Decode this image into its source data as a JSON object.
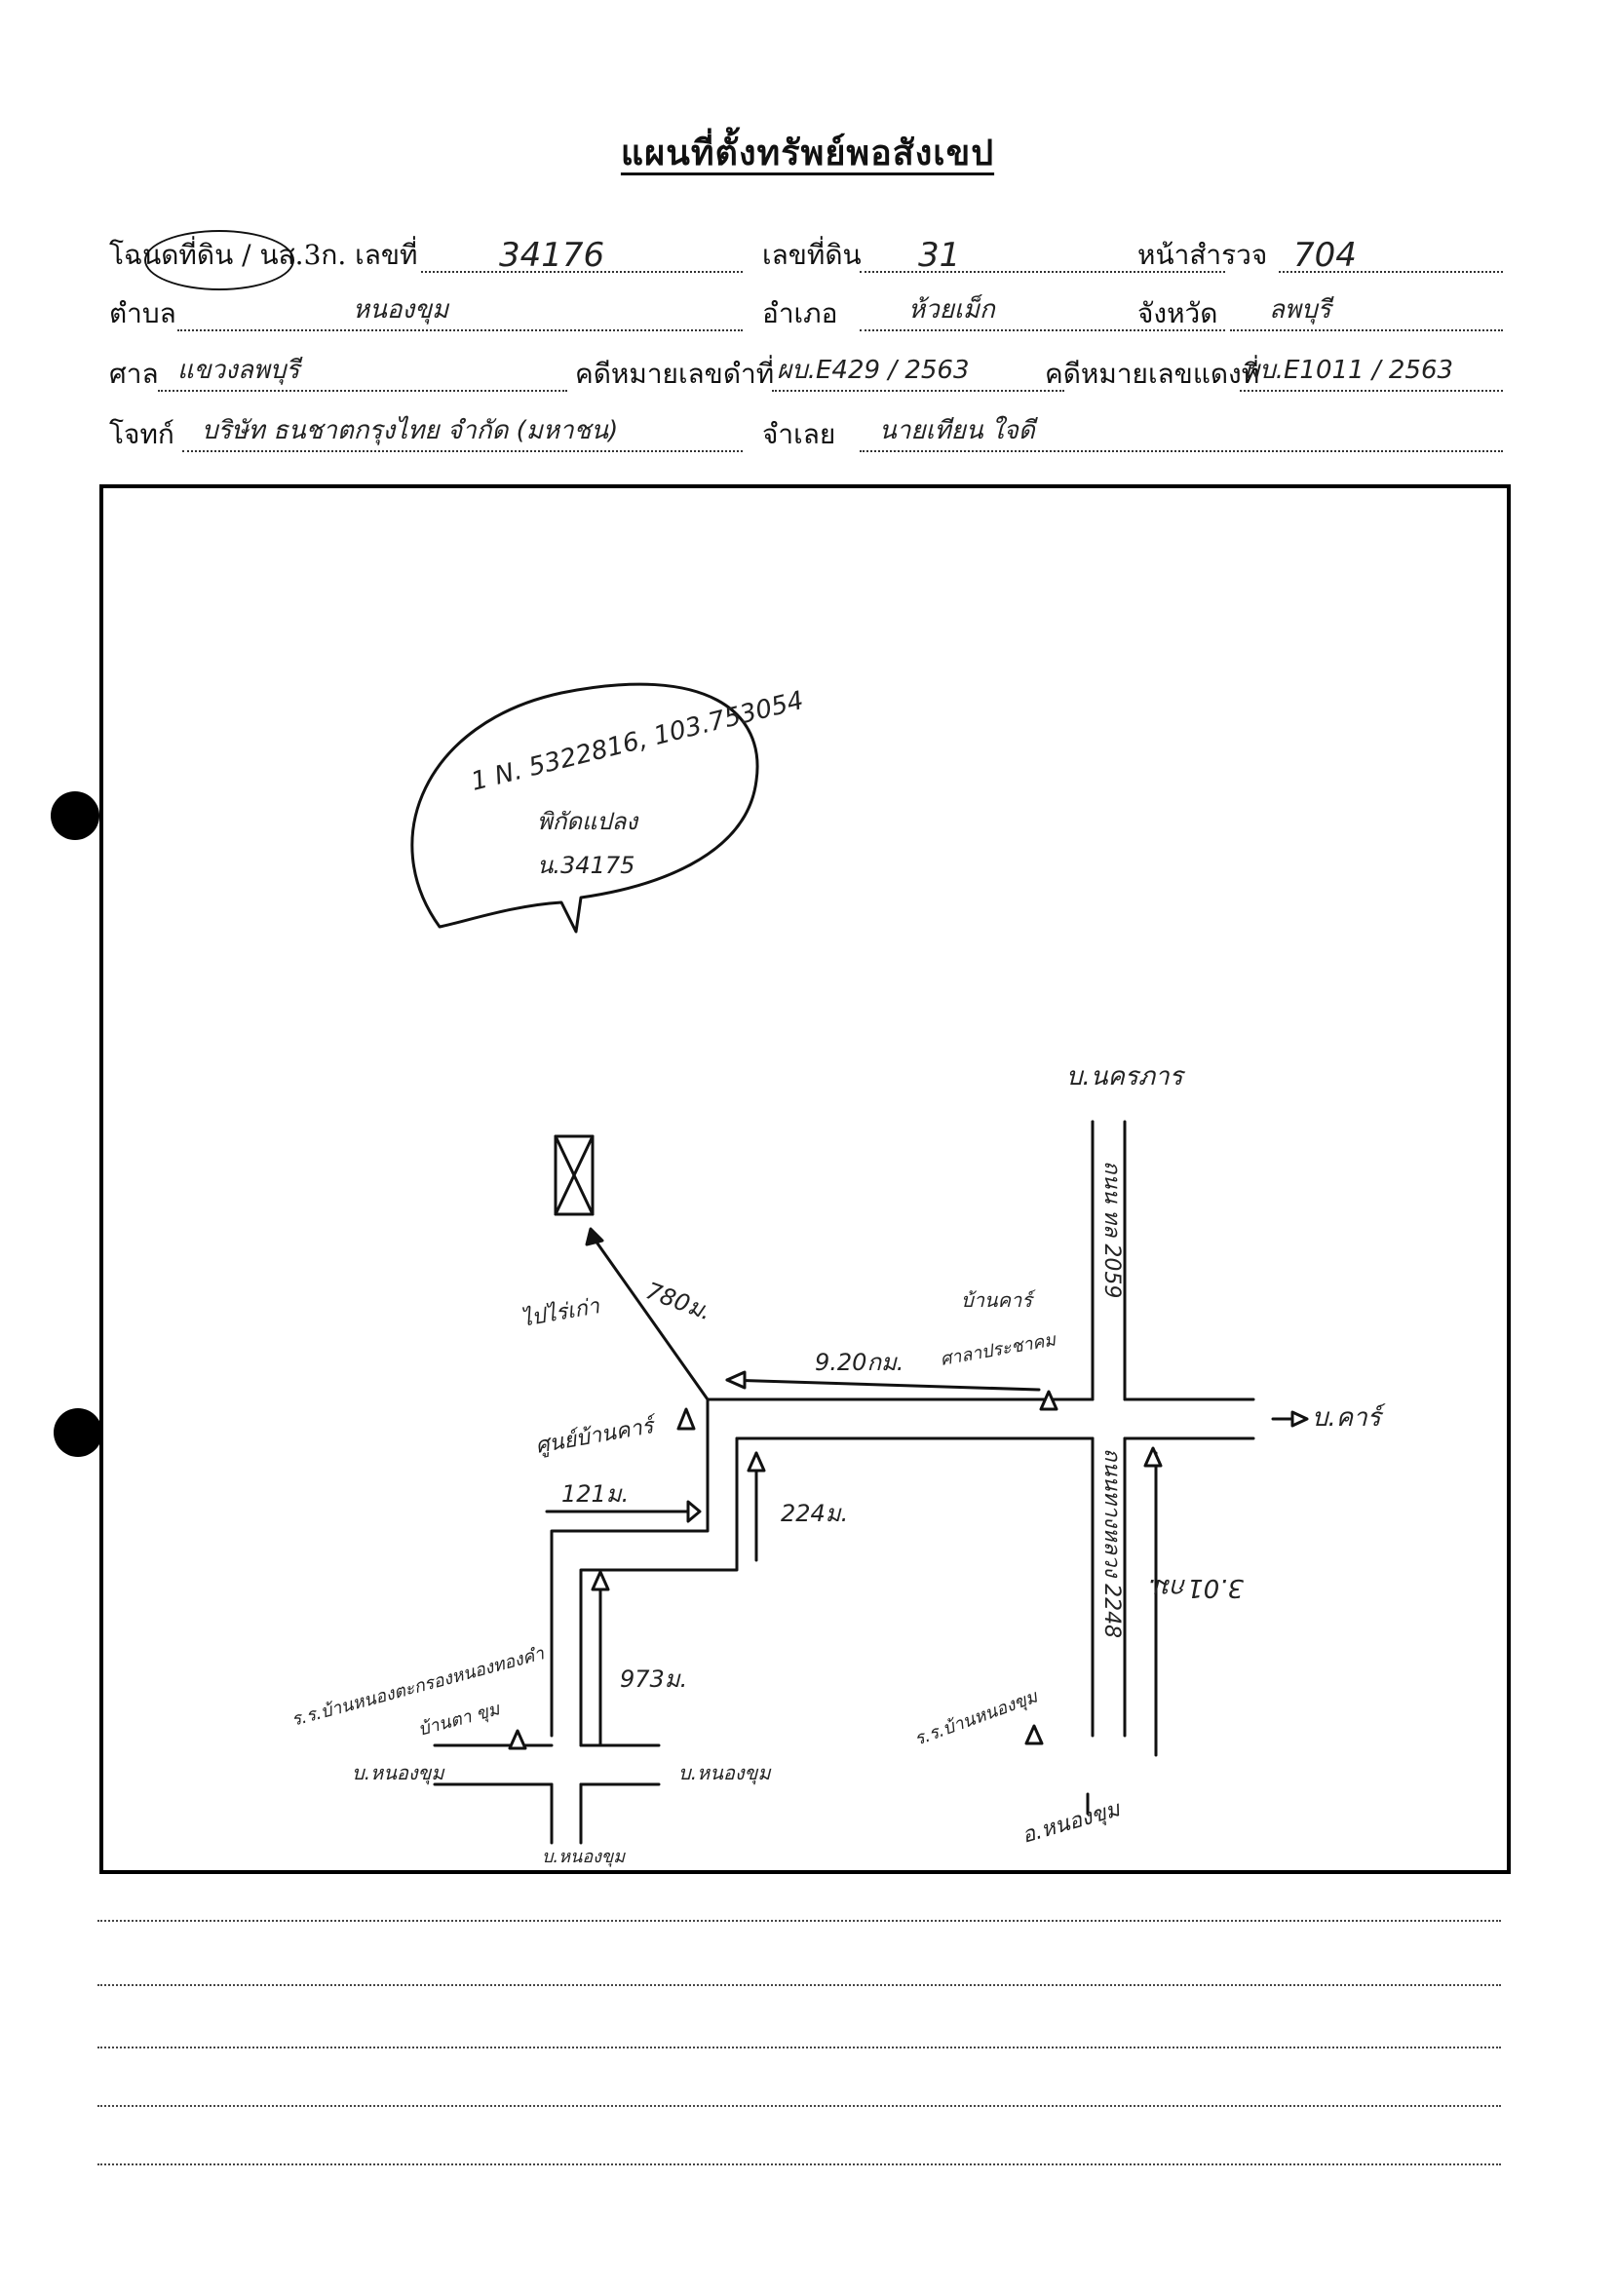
{
  "title": "แผนที่ตั้งทรัพย์พอสังเขป",
  "fields": {
    "deed_label": "โฉนดที่ดิน / นส.3ก. เลขที่",
    "deed_no": "34176",
    "land_no_label": "เลขที่ดิน",
    "land_no": "31",
    "survey_page_label": "หน้าสำรวจ",
    "survey_page": "704",
    "tambon_label": "ตำบล",
    "tambon": "หนองขุม",
    "amphoe_label": "อำเภอ",
    "amphoe": "ห้วยเม็ก",
    "province_label": "จังหวัด",
    "province": "ลพบุรี",
    "court_label": "ศาล",
    "court": "แขวงลพบุรี",
    "black_case_label": "คดีหมายเลขดำที่",
    "black_case": "ผบ.E429 / 2563",
    "red_case_label": "คดีหมายเลขแดงที่",
    "red_case": "ผบ.E1011 / 2563",
    "plaintiff_label": "โจทก์",
    "plaintiff": "บริษัท ธนชาตกรุงไทย จำกัด (มหาชน)",
    "defendant_label": "จำเลย",
    "defendant": "นายเทียน ใจดี"
  },
  "map": {
    "bubble_coords": "1 N. 5322816, 103.753054",
    "bubble_name": "พิกัดแปลง",
    "bubble_deed": "น.34175",
    "to_north": "บ.นครภาร",
    "highway_north": "ถนน ทล 2059",
    "highway_south": "ถนนทางหลวง 2248",
    "to_east": "บ.คาร์",
    "to_south_right": "อ.หนองขุม",
    "dist_upper_road": "9.20กม.",
    "landmark_upper": "บ้านคาร์",
    "landmark_upper2": "ศาลาประชาคม",
    "dist_right_vertical": "3.01กม.",
    "school_right": "ร.ร.บ้านหนองขุม",
    "dist_diag": "780ม.",
    "label_diag": "ไปไร่เก่า",
    "junction_label": "ศูนย์บ้านคาร์",
    "dist_inner_vertical": "224ม.",
    "dist_left_horizontal": "121ม.",
    "dist_lower_vertical": "973ม.",
    "school_left": "ร.ร.บ้านหนองตะกรองหนองทองคำ",
    "school_left2": "บ้านตา ขุม",
    "bottom_left": "บ.หนองขุม",
    "bottom_right": "บ.หนองขุม",
    "bottom_down": "บ.หนองขุม"
  }
}
